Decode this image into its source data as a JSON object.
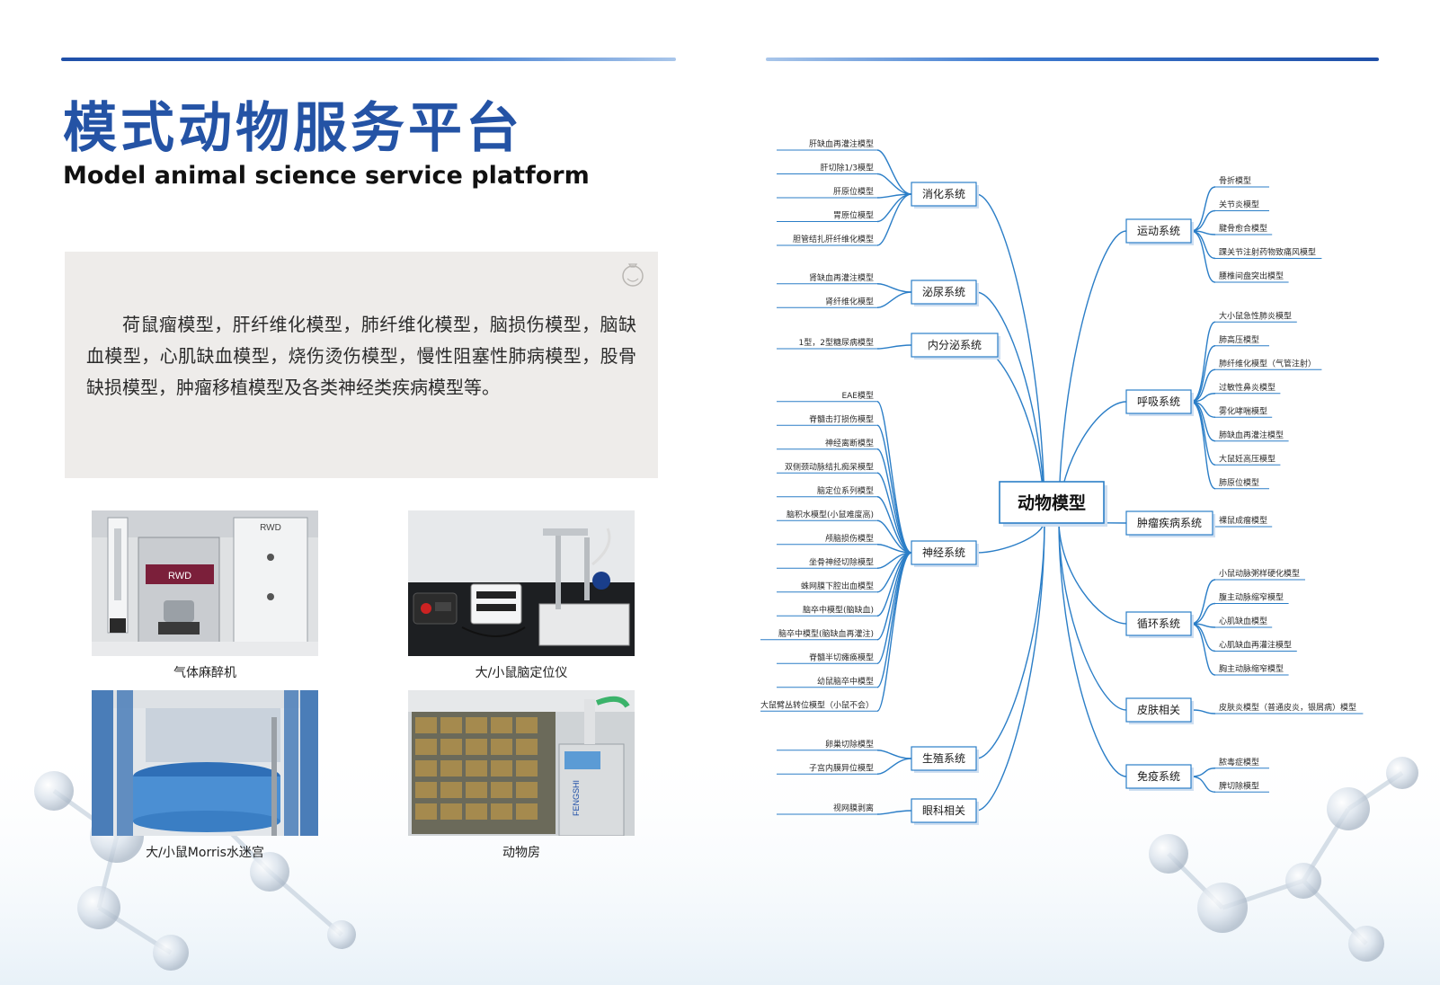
{
  "title_zh": "模式动物服务平台",
  "title_en": "Model animal science service platform",
  "description": "荷鼠瘤模型，肝纤维化模型，肺纤维化模型，脑损伤模型，脑缺血模型，心肌缺血模型，烧伤烫伤模型，慢性阻塞性肺病模型，股骨缺损模型，肿瘤移植模型及各类神经类疾病模型等。",
  "photos": [
    {
      "caption": "气体麻醉机",
      "label": "RWD"
    },
    {
      "caption": "大/小鼠脑定位仪"
    },
    {
      "caption": "大/小鼠Morris水迷宫"
    },
    {
      "caption": "动物房",
      "label": "FENGSHI"
    }
  ],
  "mindmap": {
    "root": "动物模型",
    "left": [
      {
        "label": "消化系统",
        "items": [
          "肝缺血再灌注模型",
          "肝切除1/3模型",
          "肝原位模型",
          "胃原位模型",
          "胆管结扎肝纤维化模型"
        ]
      },
      {
        "label": "泌尿系统",
        "items": [
          "肾缺血再灌注模型",
          "肾纤维化模型"
        ]
      },
      {
        "label": "内分泌系统",
        "items": [
          "1型，2型糖尿病模型"
        ]
      },
      {
        "label": "神经系统",
        "items": [
          "EAE模型",
          "脊髓击打损伤模型",
          "神经离断模型",
          "双侧颈动脉结扎痴呆模型",
          "脑定位系列模型",
          "脑积水模型(小鼠难度高)",
          "颅脑损伤模型",
          "坐骨神经切除模型",
          "蛛网膜下腔出血模型",
          "脑卒中模型(脑缺血)",
          "脑卒中模型(脑缺血再灌注)",
          "脊髓半切瘫痪模型",
          "幼鼠脑卒中模型",
          "大鼠臂丛转位模型（小鼠不会）"
        ]
      },
      {
        "label": "生殖系统",
        "items": [
          "卵巢切除模型",
          "子宫内膜异位模型"
        ]
      },
      {
        "label": "眼科相关",
        "items": [
          "视网膜剥离"
        ]
      }
    ],
    "right": [
      {
        "label": "运动系统",
        "items": [
          "骨折模型",
          "关节炎模型",
          "腱骨愈合模型",
          "踝关节注射药物致痛风模型",
          "腰椎间盘突出模型"
        ]
      },
      {
        "label": "呼吸系统",
        "items": [
          "大小鼠急性肺炎模型",
          "肺高压模型",
          "肺纤维化模型（气管注射）",
          "过敏性鼻炎模型",
          "雾化哮喘模型",
          "肺缺血再灌注模型",
          "大鼠妊高压模型",
          "肺原位模型"
        ]
      },
      {
        "label": "肿瘤疾病系统",
        "items": [
          "裸鼠成瘤模型"
        ]
      },
      {
        "label": "循环系统",
        "items": [
          "小鼠动脉粥样硬化模型",
          "腹主动脉缩窄模型",
          "心肌缺血模型",
          "心肌缺血再灌注模型",
          "胸主动脉缩窄模型"
        ]
      },
      {
        "label": "皮肤相关",
        "items": [
          "皮肤炎模型（普通皮炎，银屑病）模型"
        ]
      },
      {
        "label": "免疫系统",
        "items": [
          "脓毒症模型",
          "脾切除模型"
        ]
      }
    ]
  }
}
